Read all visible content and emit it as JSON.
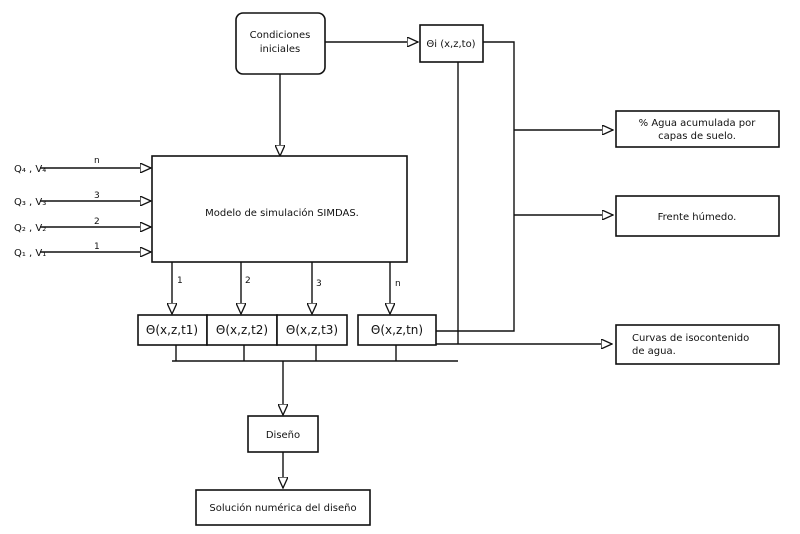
{
  "boxes": {
    "initial_conditions": [
      "Condiciones",
      "iniciales"
    ],
    "theta_initial": "Θi  (x,z,to)",
    "simdas_model": "Modelo de simulación     SIMDAS.",
    "theta_t1": "Θ(x,z,t1)",
    "theta_t2": "Θ(x,z,t2)",
    "theta_t3": "Θ(x,z,t3)",
    "theta_tn": "Θ(x,z,tn)",
    "water_accumulated": [
      "% Agua acumulada por",
      "capas de suelo."
    ],
    "wet_front": "Frente húmedo.",
    "isocontent_curves": [
      "Curvas de isocontenido",
      "de agua."
    ],
    "design": "Diseño",
    "numeric_solution": "Solución numérica del diseño"
  },
  "inputs": [
    {
      "label": "Q₄ , V₄",
      "number": "n"
    },
    {
      "label": "Q₃ , V₃",
      "number": "3"
    },
    {
      "label": "Q₂ , V₂",
      "number": "2"
    },
    {
      "label": "Q₁ , V₁",
      "number": "1"
    }
  ],
  "output_numbers": [
    "1",
    "2",
    "3",
    "n"
  ]
}
